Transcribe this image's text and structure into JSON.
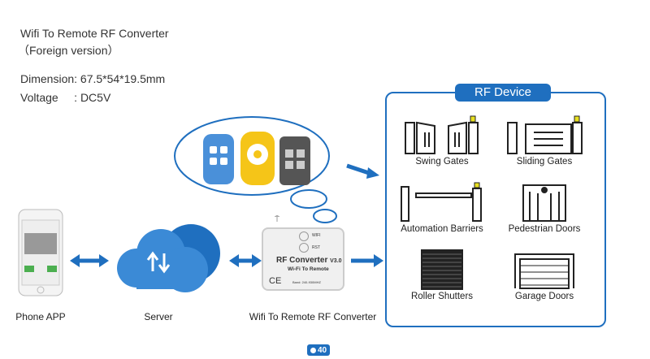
{
  "header": {
    "title": "Wifi To Remote RF Converter",
    "subtitle": "（Foreign version）",
    "dimension": "Dimension: 67.5*54*19.5mm",
    "voltage": "Voltage     : DC5V"
  },
  "flow": {
    "phone": "Phone APP",
    "server": "Server",
    "converter": "Wifi To Remote RF Converter"
  },
  "converter_device": {
    "title": "RF Converter",
    "version": "V3.0",
    "subtitle": "Wi-Fi To Remote",
    "btn1": "WIFI",
    "btn2": "RST",
    "mark": "CE",
    "model": "Band: 240-930MHZ"
  },
  "rf_panel": {
    "title": "RF Device",
    "items": [
      {
        "label": "Swing Gates",
        "icon": "swing-gate-icon"
      },
      {
        "label": "Sliding Gates",
        "icon": "sliding-gate-icon"
      },
      {
        "label": "Automation Barriers",
        "icon": "barrier-icon"
      },
      {
        "label": "Pedestrian Doors",
        "icon": "pedestrian-door-icon"
      },
      {
        "label": "Roller Shutters",
        "icon": "roller-shutter-icon"
      },
      {
        "label": "Garage Doors",
        "icon": "garage-door-icon"
      }
    ]
  },
  "page_number": "40",
  "colors": {
    "accent": "#1f6fbf",
    "cloud": "#3b8ad6",
    "remote_yellow": "#f5c518"
  }
}
